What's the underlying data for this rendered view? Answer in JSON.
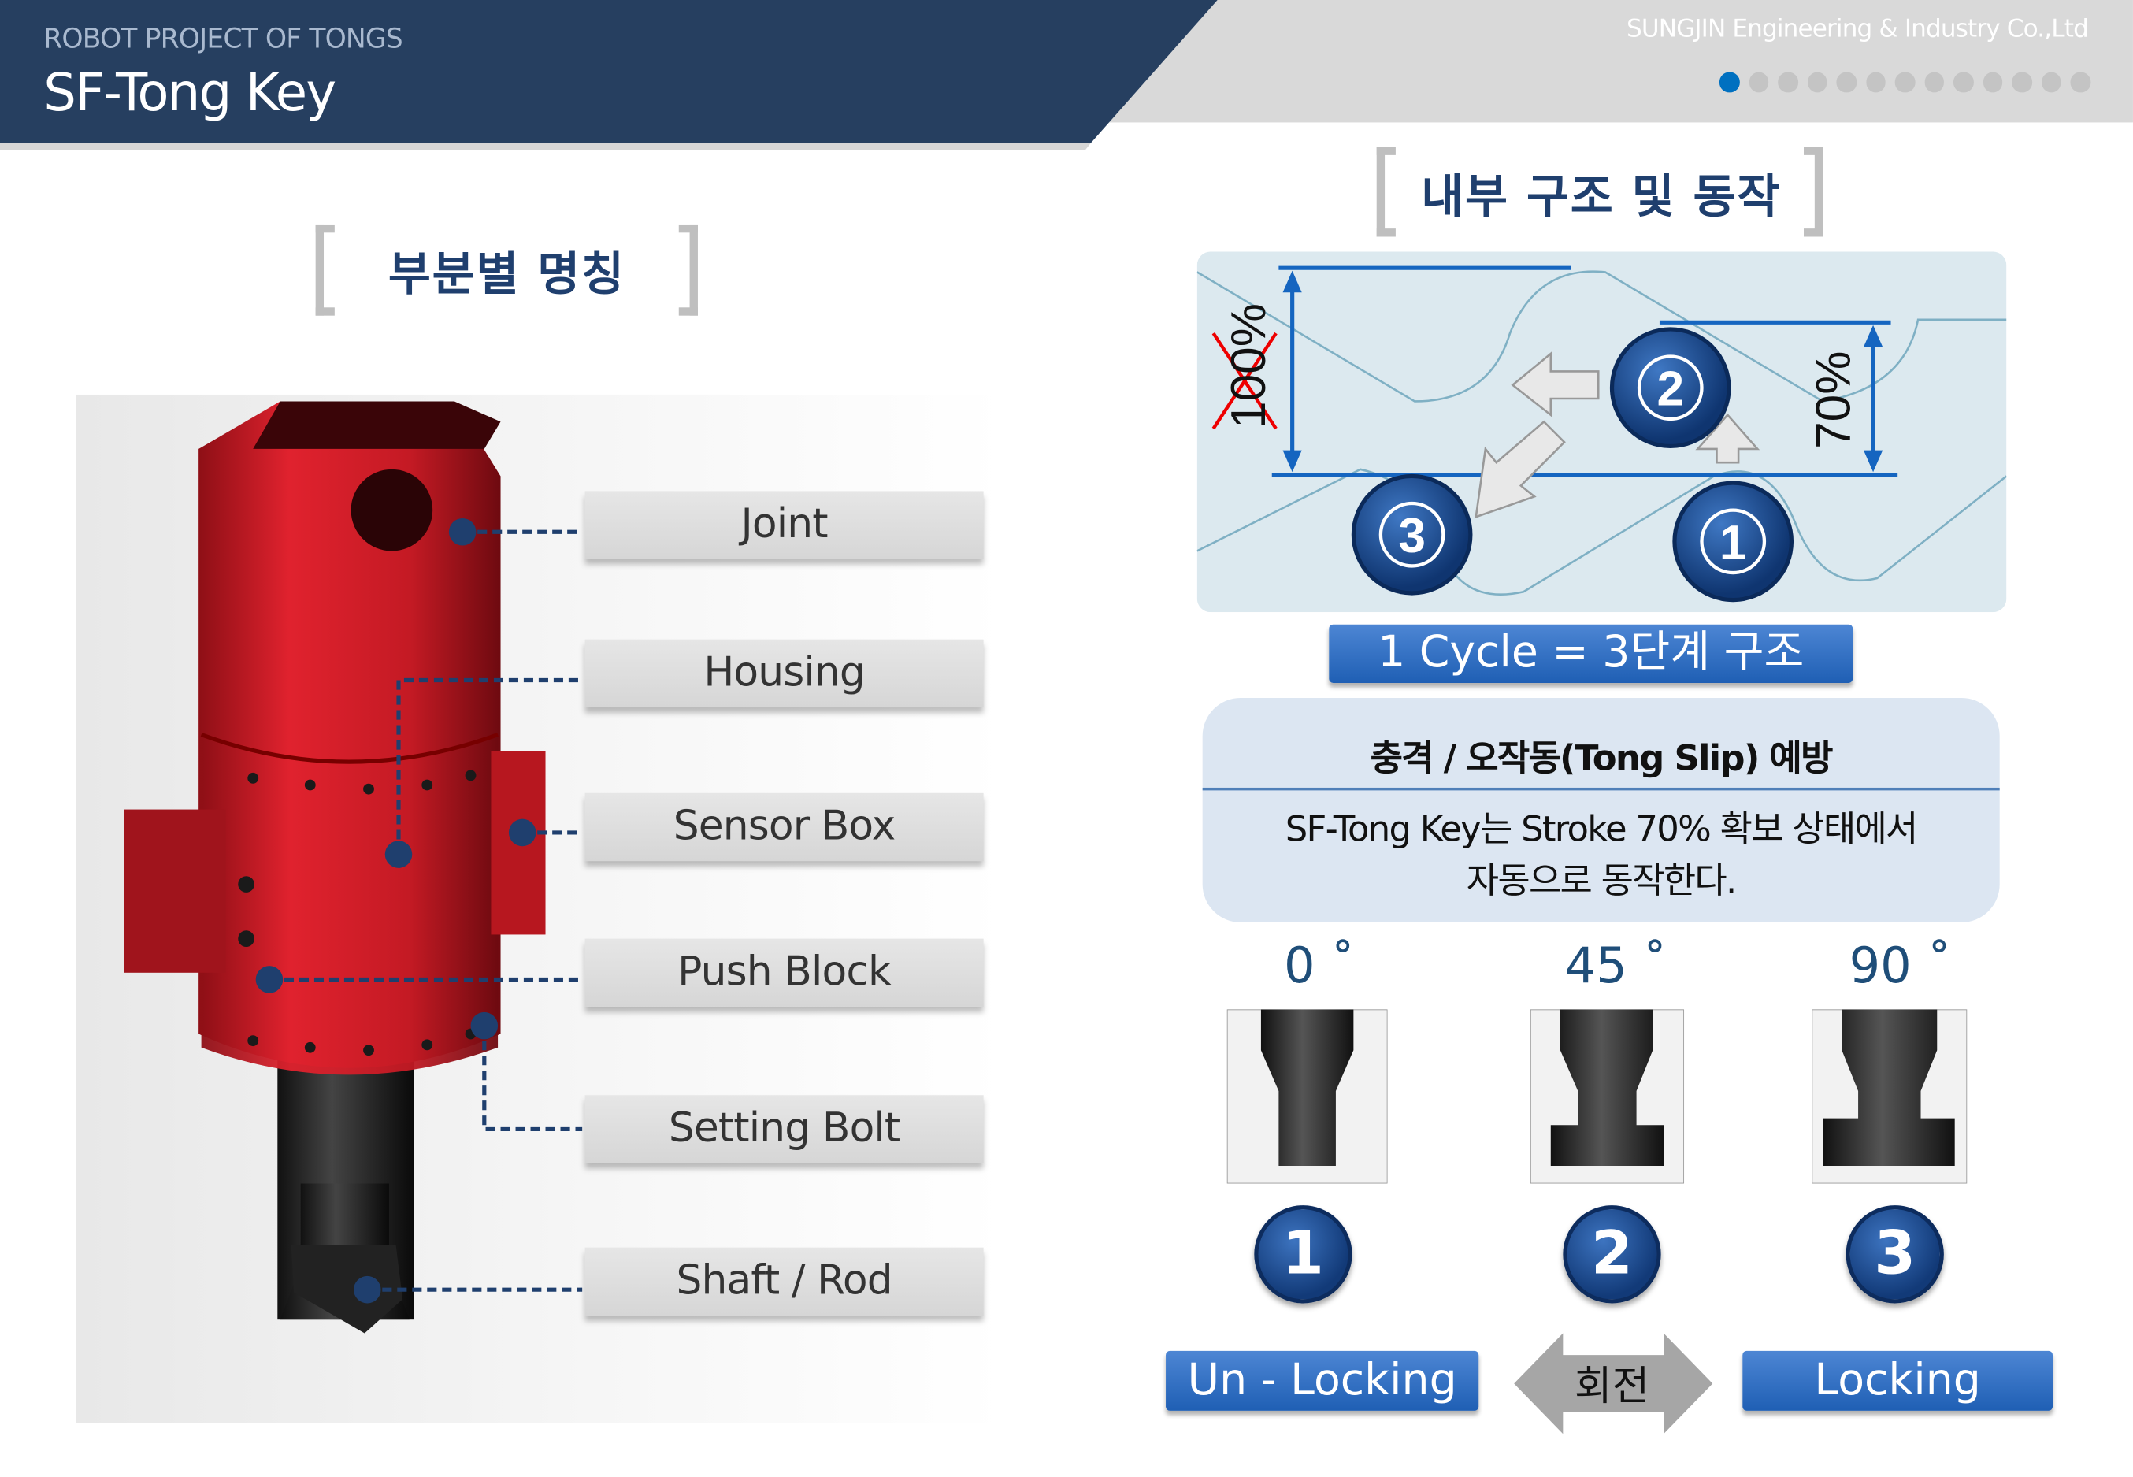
{
  "header": {
    "subtitle": "ROBOT PROJECT OF TONGS",
    "title": "SF-Tong Key",
    "company": "SUNGJIN Engineering & Industry Co.,Ltd",
    "page_dots_total": 13,
    "page_dots_active": 1
  },
  "colors": {
    "navy": "#263f60",
    "accent": "#0070c0",
    "button_blue": "#2e6cc0",
    "robot_red": "#d41f2a"
  },
  "left": {
    "heading": "부분별 명칭",
    "parts": [
      "Joint",
      "Housing",
      "Sensor Box",
      "Push Block",
      "Setting Bolt",
      "Shaft / Rod"
    ]
  },
  "right": {
    "heading": "내부 구조 및 동작",
    "diagram": {
      "label_100": "100%",
      "label_70": "70%",
      "steps": [
        "1",
        "2",
        "3"
      ]
    },
    "cycle_banner": "1 Cycle = 3단계 구조",
    "info": {
      "title": "충격 / 오작동(Tong Slip) 예방",
      "line1": "SF-Tong Key는 Stroke 70% 확보 상태에서",
      "line2": "자동으로 동작한다."
    },
    "angles": [
      "0 ˚",
      "45 ˚",
      "90 ˚"
    ],
    "positions": [
      "1",
      "2",
      "3"
    ],
    "unlock_label": "Un - Locking",
    "rotate_label": "회전",
    "lock_label": "Locking"
  }
}
